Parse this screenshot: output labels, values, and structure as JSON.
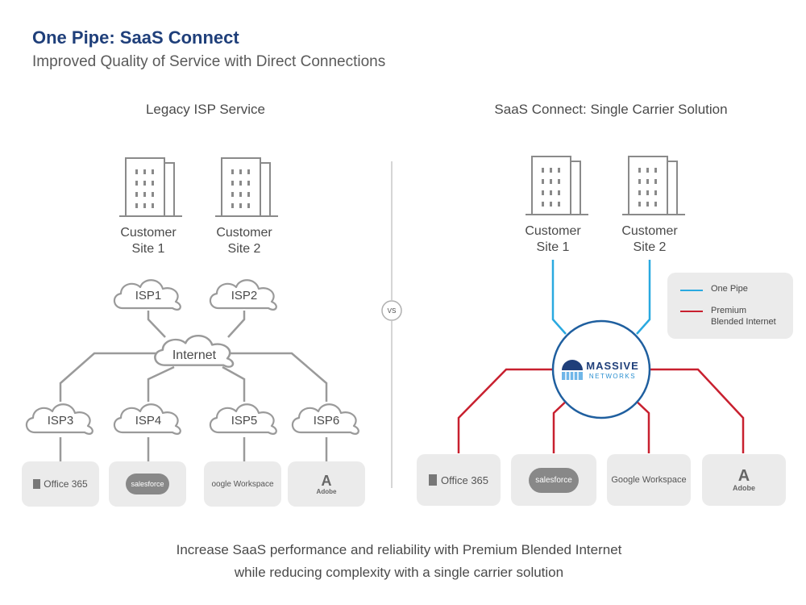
{
  "header": {
    "title": "One Pipe: SaaS Connect",
    "subtitle": "Improved Quality of Service with Direct Connections"
  },
  "left": {
    "heading": "Legacy ISP Service",
    "sites": [
      {
        "line1": "Customer",
        "line2": "Site 1"
      },
      {
        "line1": "Customer",
        "line2": "Site 2"
      }
    ],
    "top_clouds": [
      "ISP1",
      "ISP2"
    ],
    "hub": "Internet",
    "bottom_clouds": [
      "ISP3",
      "ISP4",
      "ISP5",
      "ISP6"
    ],
    "apps": [
      "Office 365",
      "salesforce",
      "oogle Workspace",
      "Adobe"
    ]
  },
  "divider_label": "VS",
  "right": {
    "heading": "SaaS Connect: Single Carrier Solution",
    "sites": [
      {
        "line1": "Customer",
        "line2": "Site 1"
      },
      {
        "line1": "Customer",
        "line2": "Site 2"
      }
    ],
    "hub_logo": {
      "line1": "MASSIVE",
      "line2": "NETWORKS"
    },
    "apps": [
      "Office 365",
      "salesforce",
      "Google Workspace",
      "Adobe"
    ]
  },
  "legend": {
    "items": [
      {
        "label": "One Pipe",
        "color": "#2aa9e0"
      },
      {
        "label_line1": "Premium",
        "label_line2": "Blended Internet",
        "color": "#c8202f"
      }
    ]
  },
  "footer": {
    "line1": "Increase SaaS performance and reliability with Premium Blended Internet",
    "line2": "while reducing complexity with a single carrier solution"
  },
  "colors": {
    "title": "#1f3f7a",
    "grey_line": "#9a9a9a",
    "one_pipe": "#2aa9e0",
    "premium": "#c8202f",
    "hub_ring": "#1f5f9f"
  }
}
